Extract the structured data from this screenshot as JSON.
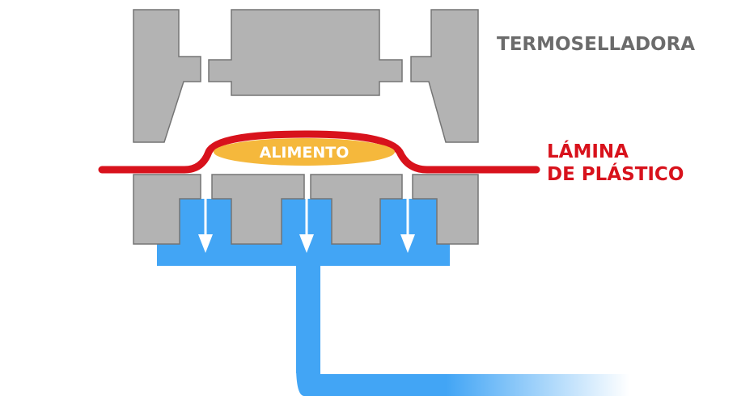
{
  "labels": {
    "machine": "TERMOSELLADORA",
    "sheet_line1": "LÁMINA",
    "sheet_line2": "DE PLÁSTICO",
    "food": "ALIMENTO"
  },
  "colors": {
    "machine_gray": "#b3b3b3",
    "machine_stroke": "#757575",
    "machine_label": "#6b6b6b",
    "plastic_red": "#d8121c",
    "food_orange": "#f5b83c",
    "vacuum_blue": "#42a5f5",
    "arrow_white": "#ffffff"
  },
  "arrows": {
    "count": 3,
    "direction": "down"
  }
}
